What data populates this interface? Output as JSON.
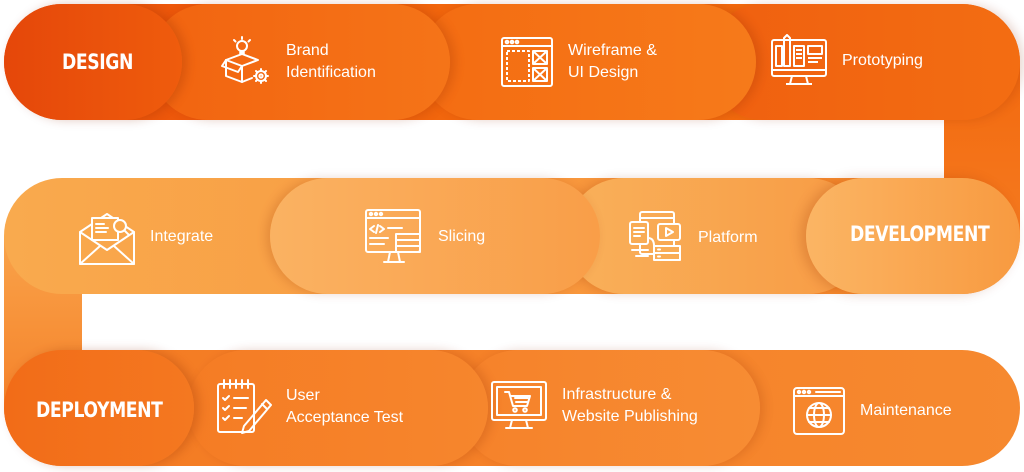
{
  "rows": {
    "design": {
      "title": "DESIGN",
      "steps": [
        {
          "line1": "Brand",
          "line2": "Identification",
          "icon": "box-lightbulb-gear-icon"
        },
        {
          "line1": "Wireframe &",
          "line2": "UI Design",
          "icon": "wireframe-window-icon"
        },
        {
          "line1": "Prototyping",
          "line2": "",
          "icon": "prototyping-monitor-icon"
        }
      ]
    },
    "development": {
      "title": "DEVELOPMENT",
      "steps": [
        {
          "line1": "Integrate",
          "line2": "",
          "icon": "envelope-search-icon"
        },
        {
          "line1": "Slicing",
          "line2": "",
          "icon": "code-window-icon"
        },
        {
          "line1": "Platform",
          "line2": "",
          "icon": "platform-devices-icon"
        }
      ]
    },
    "deployment": {
      "title": "DEPLOYMENT",
      "steps": [
        {
          "line1": "User",
          "line2": "Acceptance Test",
          "icon": "clipboard-pencil-icon"
        },
        {
          "line1": "Infrastructure &",
          "line2": "Website Publishing",
          "icon": "monitor-cart-icon"
        },
        {
          "line1": "Maintenance",
          "line2": "",
          "icon": "browser-globe-icon"
        }
      ]
    }
  },
  "colors": {
    "design_band": "#ef5f0d",
    "development_band": "#f89a40",
    "deployment_band": "#f6842b",
    "text": "#ffffff"
  }
}
